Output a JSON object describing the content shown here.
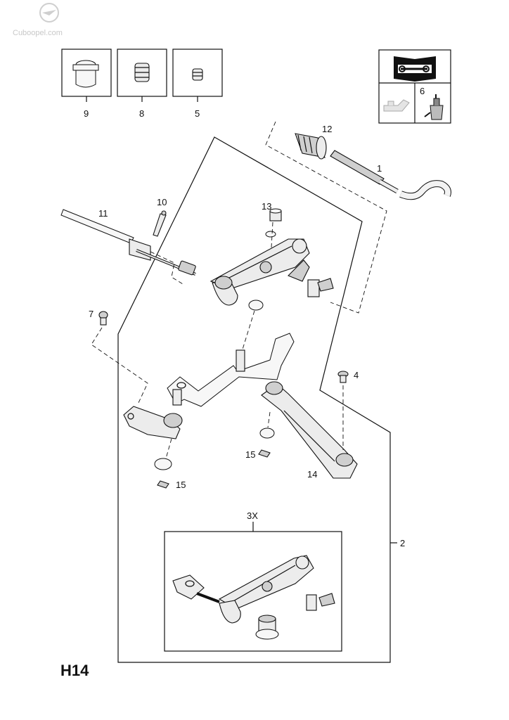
{
  "page": {
    "diagram_code": "H14",
    "watermark": "Cuboopel.com"
  },
  "callouts": {
    "c1": "1",
    "c2": "2",
    "c3x": "3X",
    "c4": "4",
    "c5": "5",
    "c6": "6",
    "c7": "7",
    "c8": "8",
    "c9": "9",
    "c10": "10",
    "c11": "11",
    "c12": "12",
    "c13": "13",
    "c14": "14",
    "c15a": "15",
    "c15b": "15"
  },
  "icons": {
    "manual": "book-wrench-icon",
    "oil": "oil-can-icon",
    "grease": "grease-tube-icon"
  }
}
